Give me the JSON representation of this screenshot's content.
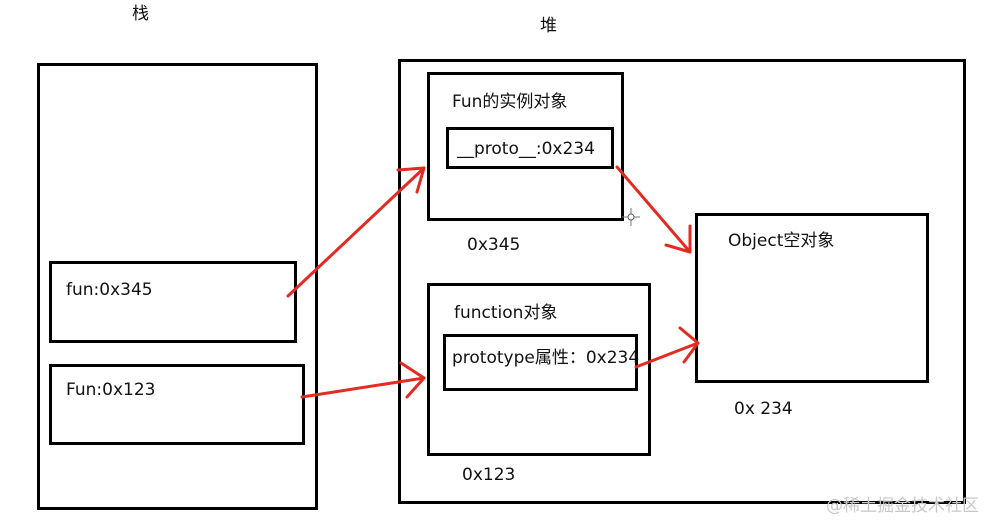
{
  "stack": {
    "title": "栈",
    "entries": [
      {
        "text": "fun:0x345"
      },
      {
        "text": "Fun:0x123"
      }
    ]
  },
  "heap": {
    "title": "堆",
    "instance": {
      "title": "Fun的实例对象",
      "field": "__proto__:0x234",
      "address": "0x345"
    },
    "function_object": {
      "title": "function对象",
      "field": "prototype属性：0x234",
      "address": "0x123"
    },
    "empty_object": {
      "title": "Object空对象",
      "address": "0x 234"
    }
  },
  "colors": {
    "border": "#000000",
    "arrow": "#e32b22"
  },
  "watermark": "@稀土掘金技术社区"
}
